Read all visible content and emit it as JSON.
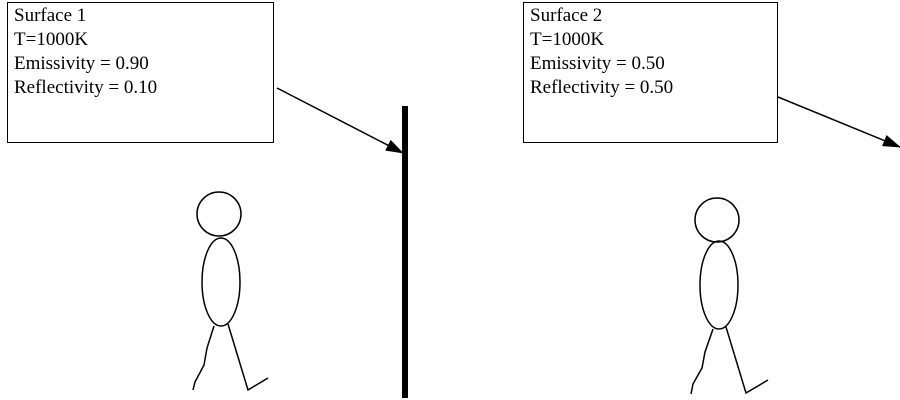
{
  "surfaces": [
    {
      "name": "Surface 1",
      "temperature": "T=1000K",
      "emissivity": "Emissivity = 0.90",
      "reflectivity": "Reflectivity = 0.10"
    },
    {
      "name": "Surface 2",
      "temperature": "T=1000K",
      "emissivity": "Emissivity = 0.50",
      "reflectivity": "Reflectivity = 0.50"
    }
  ],
  "icons": [
    "stick-figure-icon",
    "arrow-icon"
  ],
  "colors": {
    "stroke": "#000000",
    "background": "#ffffff"
  }
}
